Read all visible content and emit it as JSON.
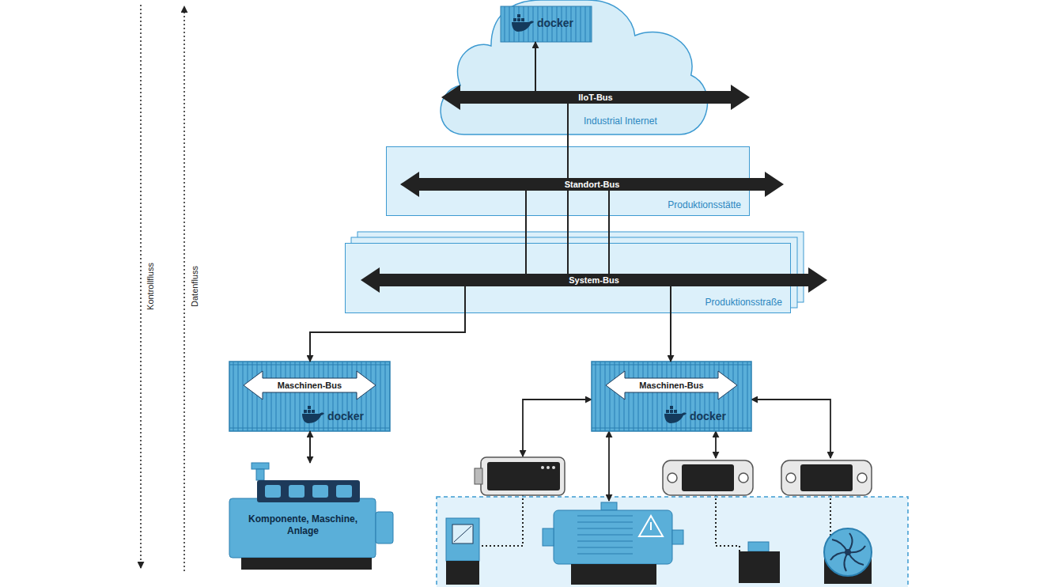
{
  "diagram": {
    "nodes": [
      {
        "text": [
          "Industrial Internet"
        ]
      },
      {
        "text": [
          "docker"
        ],
        "in": 0
      },
      {
        "text": [
          "IIoT-Bus"
        ],
        "in": 0
      },
      {
        "text": [
          "Produktionsstätte"
        ]
      },
      {
        "text": [
          "Standort-Bus"
        ],
        "in": 3
      },
      {
        "text": [
          "Produktionsstraße"
        ]
      },
      {
        "text": [
          "System-Bus"
        ],
        "in": 5
      },
      {
        "text": [
          "Maschinen-Bus",
          "docker"
        ]
      },
      {
        "text": [
          "Komponente, Maschine, Anlage"
        ]
      },
      {
        "text": [
          "Maschinen-Bus",
          "docker"
        ]
      }
    ],
    "edges": [
      {
        "from": 2,
        "to": 1,
        "arrow": "to"
      },
      {
        "from": 4,
        "to": 2,
        "arrow": "none"
      },
      {
        "from": 6,
        "to": 4,
        "arrow": "none"
      },
      {
        "from": 6,
        "to": 4,
        "arrow": "none"
      },
      {
        "from": 6,
        "to": 4,
        "arrow": "none"
      },
      {
        "from": 6,
        "to": 7,
        "arrow": "to"
      },
      {
        "from": 6,
        "to": 9,
        "arrow": "to"
      },
      {
        "from": 7,
        "to": 8,
        "arrow": "both"
      }
    ],
    "labels": [
      "Kontrollfluss",
      "Datenfluss"
    ]
  }
}
